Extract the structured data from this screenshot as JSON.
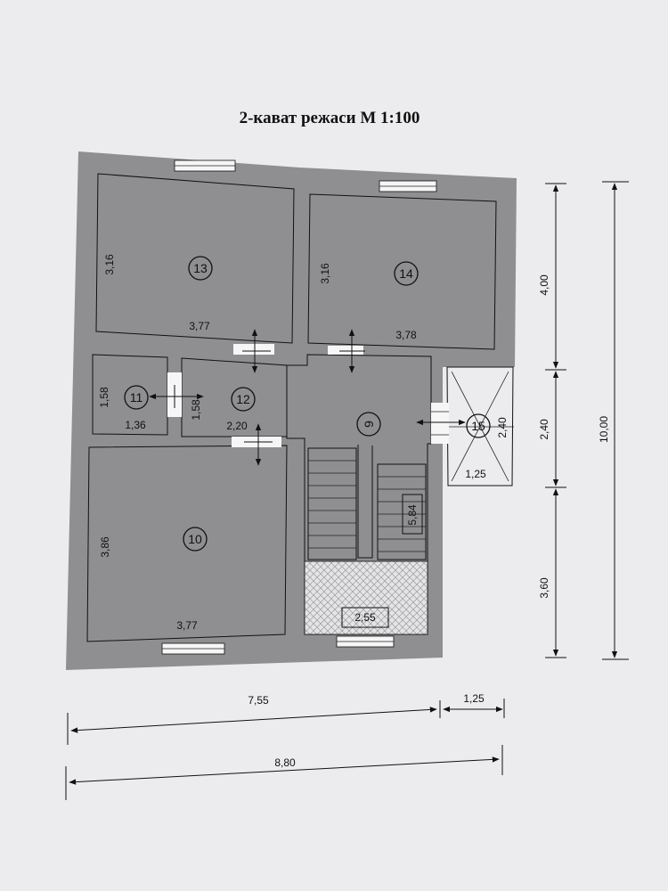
{
  "title": "2-кават режаси М 1:100",
  "rooms": {
    "r13": {
      "number": "13",
      "width": "3,77",
      "height": "3,16"
    },
    "r14": {
      "number": "14",
      "width": "3,78",
      "height": "3,16"
    },
    "r11": {
      "number": "11",
      "width": "1,36",
      "height": "1,58"
    },
    "r12": {
      "number": "12",
      "width": "2,20",
      "height": "1,58"
    },
    "r9": {
      "number": "9"
    },
    "r15": {
      "number": "15",
      "width": "1,25",
      "height": "2,40"
    },
    "r10": {
      "number": "10",
      "width": "3,77",
      "height": "3,86"
    },
    "stair": {
      "area": "5,84",
      "landing": "2,55"
    }
  },
  "dimensions": {
    "right_top": "4,00",
    "right_middle": "2,40",
    "right_bottom": "3,60",
    "right_total": "10,00",
    "bottom_left": "7,55",
    "bottom_right": "1,25",
    "bottom_total": "8,80"
  }
}
